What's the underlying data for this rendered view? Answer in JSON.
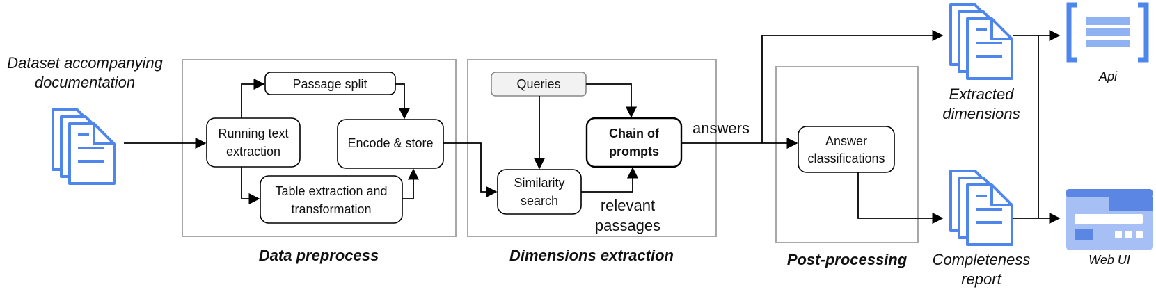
{
  "input": {
    "label_line1": "Dataset accompanying",
    "label_line2": "documentation"
  },
  "stages": {
    "preprocess": {
      "title": "Data preprocess",
      "running": {
        "line1": "Running text",
        "line2": "extraction"
      },
      "passage_split": "Passage split",
      "encode_store": "Encode & store",
      "table": {
        "line1": "Table extraction and",
        "line2": "transformation"
      }
    },
    "extraction": {
      "title": "Dimensions extraction",
      "queries": "Queries",
      "similarity": {
        "line1": "Similarity",
        "line2": "search"
      },
      "chain": {
        "line1": "Chain of",
        "line2": "prompts"
      },
      "relevant": {
        "line1": "relevant",
        "line2": "passages"
      }
    },
    "postprocessing": {
      "title": "Post-processing",
      "answer_cls": {
        "line1": "Answer",
        "line2": "classifications"
      }
    }
  },
  "edges": {
    "answers": "answers"
  },
  "outputs": {
    "extracted": {
      "line1": "Extracted",
      "line2": "dimensions"
    },
    "completeness": {
      "line1": "Completeness",
      "line2": "report"
    },
    "api": "Api",
    "webui": "Web UI"
  },
  "colors": {
    "doc_blue": "#4f86ec",
    "api_blue": "#8fb3f2",
    "web_dark": "#5c86e3",
    "web_light": "#a6c0f5",
    "frame_gray": "#a8a8a8",
    "queries_fill": "#f2f2f2"
  }
}
